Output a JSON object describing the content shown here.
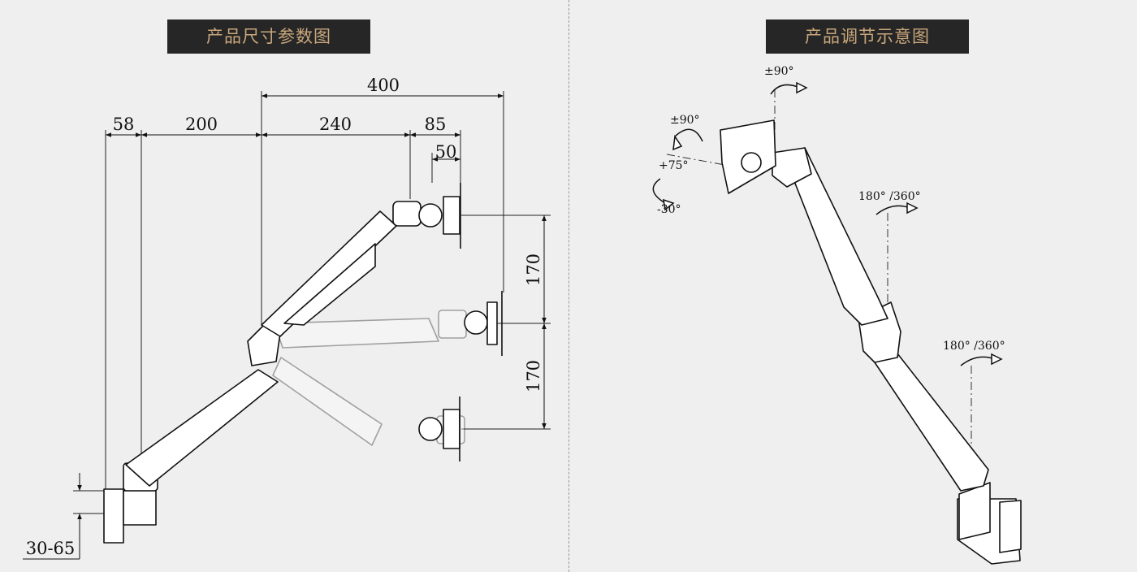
{
  "left": {
    "title": "产品尺寸参数图",
    "dimensions": {
      "d400": "400",
      "d58": "58",
      "d200": "200",
      "d240": "240",
      "d85": "85",
      "d50": "50",
      "d170_top": "170",
      "d170_bottom": "170",
      "clamp": "30-65"
    }
  },
  "right": {
    "title": "产品调节示意图",
    "angles": {
      "rot_top": "±90°",
      "tilt": "±90°",
      "pitch_up": "+75°",
      "pitch_down": "-30°",
      "swivel_mid": "180° /360°",
      "swivel_base": "180° /360°"
    }
  }
}
